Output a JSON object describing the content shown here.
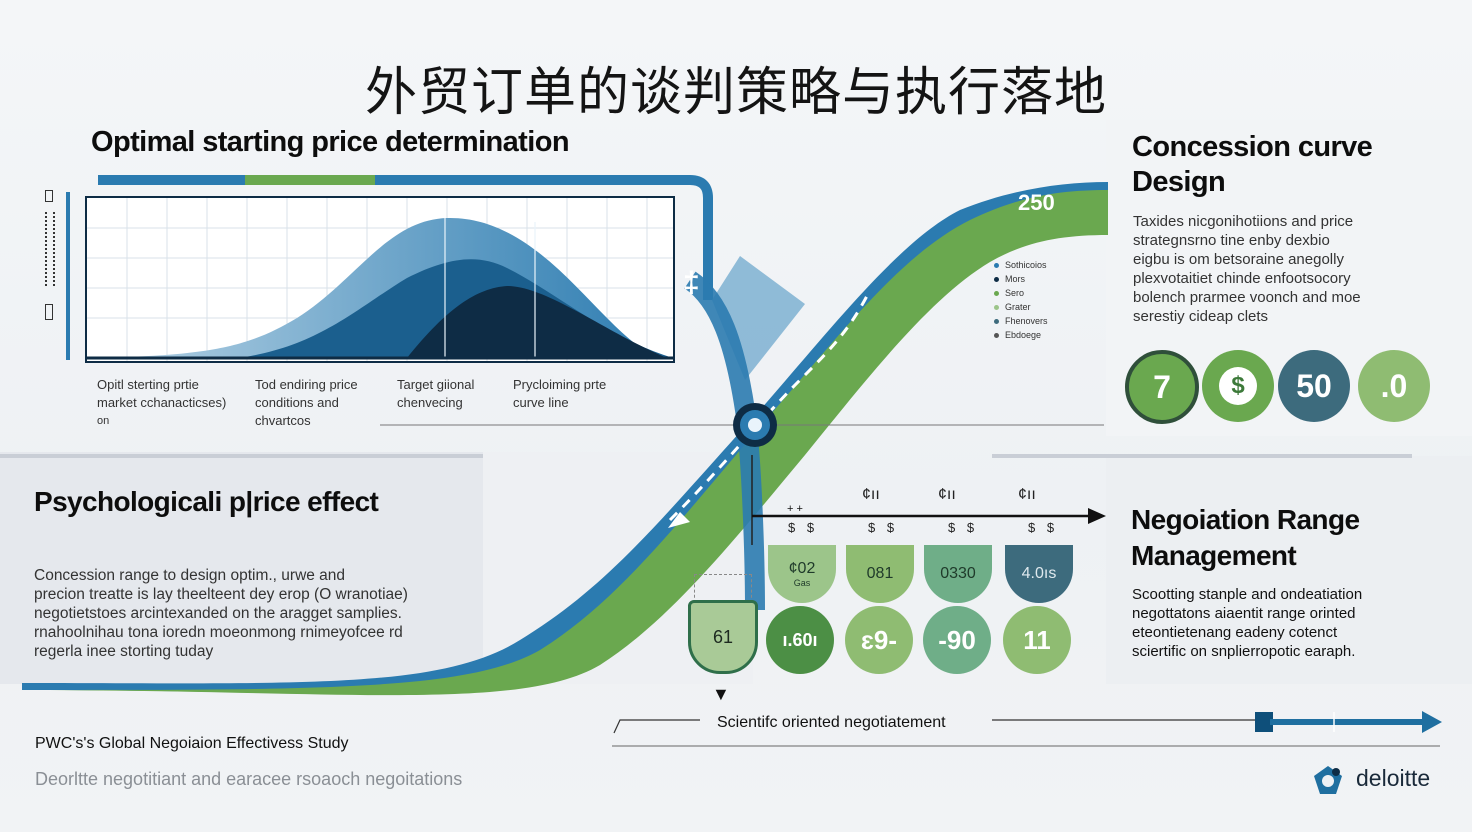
{
  "title": "外贸订单的谈判策略与执行落地",
  "sections": {
    "optimal": {
      "heading": "Optimal starting price determination",
      "labels": [
        {
          "line1": "Opitl sterting prtie",
          "line2": "market cchanacticses)",
          "line3": "on"
        },
        {
          "line1": "Tod endiring price",
          "line2": "conditions and",
          "line3": "chvartcos"
        },
        {
          "line1": "Target giional",
          "line2": "chenvecing",
          "line3": ""
        },
        {
          "line1": "Prycloiming prte",
          "line2": "curve line",
          "line3": ""
        }
      ],
      "marker": "‡"
    },
    "concession": {
      "heading_line1": "Concession curve",
      "heading_line2": "Design",
      "value": "250",
      "body": [
        "Taxides nicgonihotiions and price",
        "strategnsrno tine enby dexbio",
        "eigbu is om betsoraine anegolly",
        "plexvotaitiet chinde enfootsocory",
        "bolench prarmee voonch and moe",
        "serestiy cideap clets"
      ],
      "legend": [
        "Sothicoios",
        "Mors",
        "Sero",
        "Grater",
        "Fhenovers",
        "Ebdoege"
      ],
      "circles": [
        "7",
        "$",
        "50",
        ".0"
      ]
    },
    "psychological": {
      "heading": "Psychologicali p|rice effect",
      "body": [
        "Concession range to design  optim., urwe and",
        "precion treatte is lay theelteent dey erop (O wranotiae)",
        "negotietstoes arcintexanded on the aragget samplies.",
        "rnahoolnihau tona ioredn moeonmong rnimeyofcee rd",
        "regerla inee storting tuday"
      ]
    },
    "range": {
      "heading_line1": "Negoiation Range",
      "heading_line2": "Management",
      "body": [
        "Scootting stanple and ondeatiation",
        "negottatons aiaentit range orinted",
        "eteontietenang eadeny cotenct",
        "sciertific on snplierropotic earaph."
      ],
      "column_heads": [
        "¢ıı",
        "¢ıı",
        "¢ıı"
      ],
      "dollar_pairs": [
        "$ $",
        "$ $",
        "$ $",
        "$ $"
      ],
      "plus_pair": "+ +",
      "chips": [
        {
          "text": "¢02",
          "sub": "Gas"
        },
        {
          "text": "081",
          "sub": ""
        },
        {
          "text": "0330",
          "sub": ""
        },
        {
          "text": "4.0ıs",
          "sub": ""
        }
      ],
      "tab_value": "61",
      "blobs": [
        "ı.60ı",
        "ɛ9-",
        "-90",
        "11"
      ],
      "pointer": "▼"
    },
    "footer": {
      "scale_label": "Scientifc oriented negotiatement",
      "study": "PWC's's Global Negoiaion Effectivess Study",
      "research": "Deorltte negotitiant and earacee rsoaoch negoitations",
      "logo_text": "deloitte"
    }
  },
  "colors": {
    "navy": "#0e2c45",
    "blue": "#2b7bb0",
    "green": "#6aa84f",
    "light_green": "#9cc58a",
    "teal": "#3d6b7d"
  }
}
